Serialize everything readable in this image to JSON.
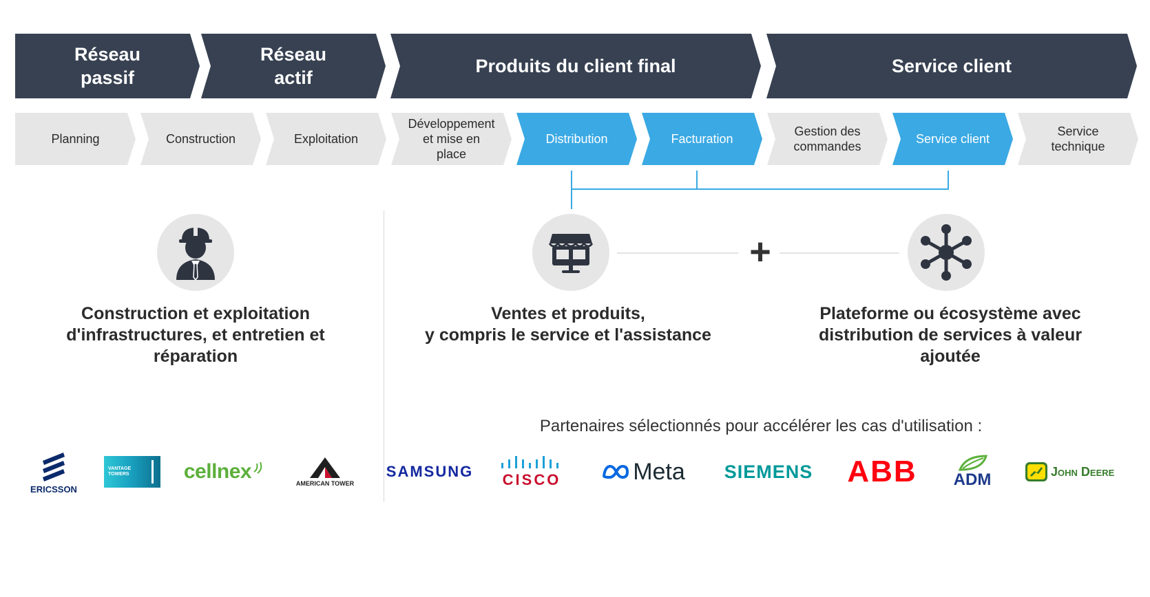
{
  "stages": [
    {
      "label": "Réseau\npassif"
    },
    {
      "label": "Réseau\nactif"
    },
    {
      "label": "Produits du client final"
    },
    {
      "label": "Service client"
    }
  ],
  "steps": [
    {
      "label": "Planning",
      "highlight": false
    },
    {
      "label": "Construction",
      "highlight": false
    },
    {
      "label": "Exploitation",
      "highlight": false
    },
    {
      "label": "Développement\net mise en\nplace",
      "highlight": false
    },
    {
      "label": "Distribution",
      "highlight": true
    },
    {
      "label": "Facturation",
      "highlight": true
    },
    {
      "label": "Gestion des\ncommandes",
      "highlight": false
    },
    {
      "label": "Service client",
      "highlight": true
    },
    {
      "label": "Service\ntechnique",
      "highlight": false
    }
  ],
  "sections": [
    {
      "icon": "construction-worker-icon",
      "text": "Construction et exploitation\nd'infrastructures, et entretien et\nréparation"
    },
    {
      "icon": "storefront-icon",
      "text": "Ventes et produits,\ny compris le service et l'assistance"
    },
    {
      "icon": "network-hub-icon",
      "text": "Plateforme ou écosystème avec\ndistribution de services à valeur\najoutée"
    }
  ],
  "plus_symbol": "+",
  "partners_title": "Partenaires sélectionnés pour accélérer les cas d'utilisation :",
  "logos": {
    "ericsson": "ERICSSON",
    "vantage": "VANTAGE\nTOWERS",
    "cellnex": "cellnex",
    "american_tower": "AMERICAN TOWER",
    "samsung": "SAMSUNG",
    "cisco": "CISCO",
    "meta": "Meta",
    "siemens": "SIEMENS",
    "abb": "ABB",
    "adm": "ADM",
    "john_deere": "John Deere"
  },
  "colors": {
    "dark_stage": "#374151",
    "highlight": "#3aa9e4",
    "step_grey": "#e6e6e6"
  }
}
